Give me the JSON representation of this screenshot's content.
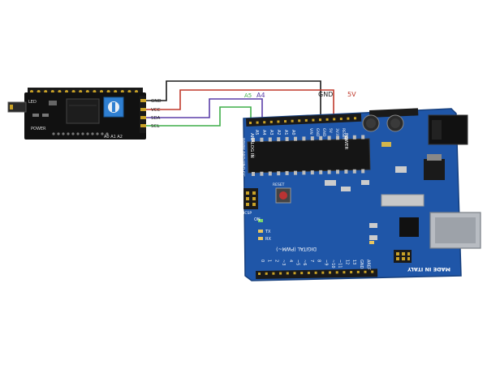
{
  "colors": {
    "board": "#1f56a8",
    "board_edge": "#163f7d",
    "module": "#111111",
    "wire_gnd": "#1a1a1a",
    "wire_vcc": "#c0392b",
    "wire_sda": "#5b3fa8",
    "wire_scl": "#3fae49",
    "header": "#1a1a1a",
    "pin_gold": "#c9a227",
    "pot": "#2f7fd1"
  },
  "wire_labels": {
    "a5": "A5",
    "a4": "A4",
    "gnd": "GND",
    "v5": "5V"
  },
  "module": {
    "pins": [
      "GND",
      "VCC",
      "SDA",
      "SCL"
    ],
    "led_label": "LED",
    "power_label": "POWER",
    "addr_label": "A0 A1 A2"
  },
  "arduino": {
    "analog_header": "ANALOG IN",
    "analog_pins": [
      "A5",
      "A4",
      "A3",
      "A2",
      "A1",
      "A0"
    ],
    "power_header": "POWER",
    "power_pins": [
      "VIN",
      "GND",
      "GND",
      "5V",
      "3V3",
      "RESET"
    ],
    "digital_label": "DIGITAL (PWM~)",
    "digital_pins": [
      "0",
      "1",
      "2",
      "~3",
      "4",
      "~5",
      "~6",
      "7",
      "8",
      "~9",
      "~10",
      "~11",
      "12",
      "13",
      "GND",
      "AREF"
    ],
    "made_label": "MADE IN ITALY",
    "site_label": "WWW.ARDUINO.CC",
    "tx_label": "TX",
    "rx_label": "RX",
    "on_label": "ON",
    "reset_label": "RESET",
    "icsp_label": "ICSP"
  }
}
